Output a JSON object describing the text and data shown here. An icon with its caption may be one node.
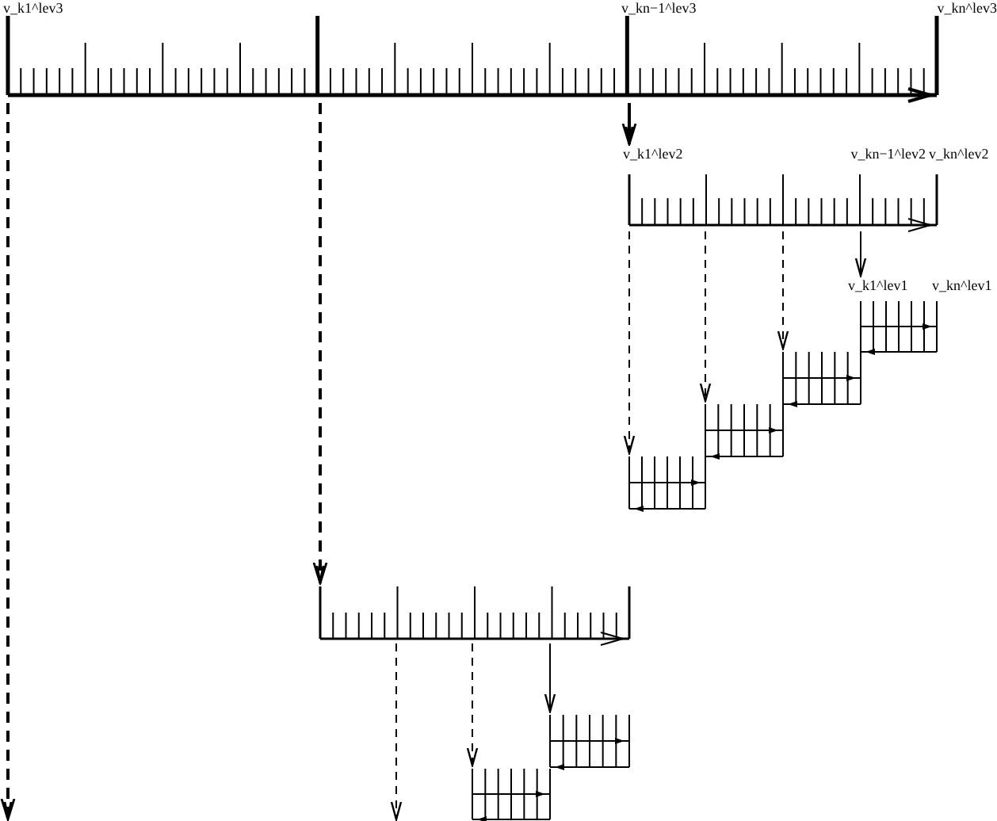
{
  "diagram": {
    "nodes": [
      {
        "text": [
          "v_k1^lev3",
          "v_kn−1^lev3",
          "v_kn^lev3"
        ]
      },
      {
        "text": [
          "v_k1^lev2",
          "v_kn−1^lev2",
          "v_kn^lev2"
        ]
      },
      {
        "text": [
          "v_k1^lev1",
          "v_kn^lev1"
        ]
      },
      {
        "text": [],
        "shape": "bar"
      },
      {
        "text": [],
        "shape": "bar"
      },
      {
        "text": [],
        "shape": "bar"
      },
      {
        "text": [],
        "shape": "bar"
      },
      {
        "text": [],
        "shape": "bar"
      },
      {
        "text": [],
        "shape": "bar"
      }
    ],
    "edges": [
      {
        "from": 0,
        "to": 1,
        "arrow": "to"
      },
      {
        "from": 0,
        "to": 6,
        "arrow": "to",
        "style": "dashed"
      },
      {
        "from": 0,
        "to": null,
        "arrow": "to",
        "style": "dashed"
      },
      {
        "from": 1,
        "to": 2,
        "arrow": "to"
      },
      {
        "from": 1,
        "to": 3,
        "arrow": "to",
        "style": "dashed"
      },
      {
        "from": 1,
        "to": 4,
        "arrow": "to",
        "style": "dashed"
      },
      {
        "from": 1,
        "to": 5,
        "arrow": "to",
        "style": "dashed"
      },
      {
        "from": 6,
        "to": 7,
        "arrow": "to"
      },
      {
        "from": 6,
        "to": 8,
        "arrow": "to",
        "style": "dashed"
      },
      {
        "from": 6,
        "to": null,
        "arrow": "to",
        "style": "dashed"
      }
    ]
  }
}
